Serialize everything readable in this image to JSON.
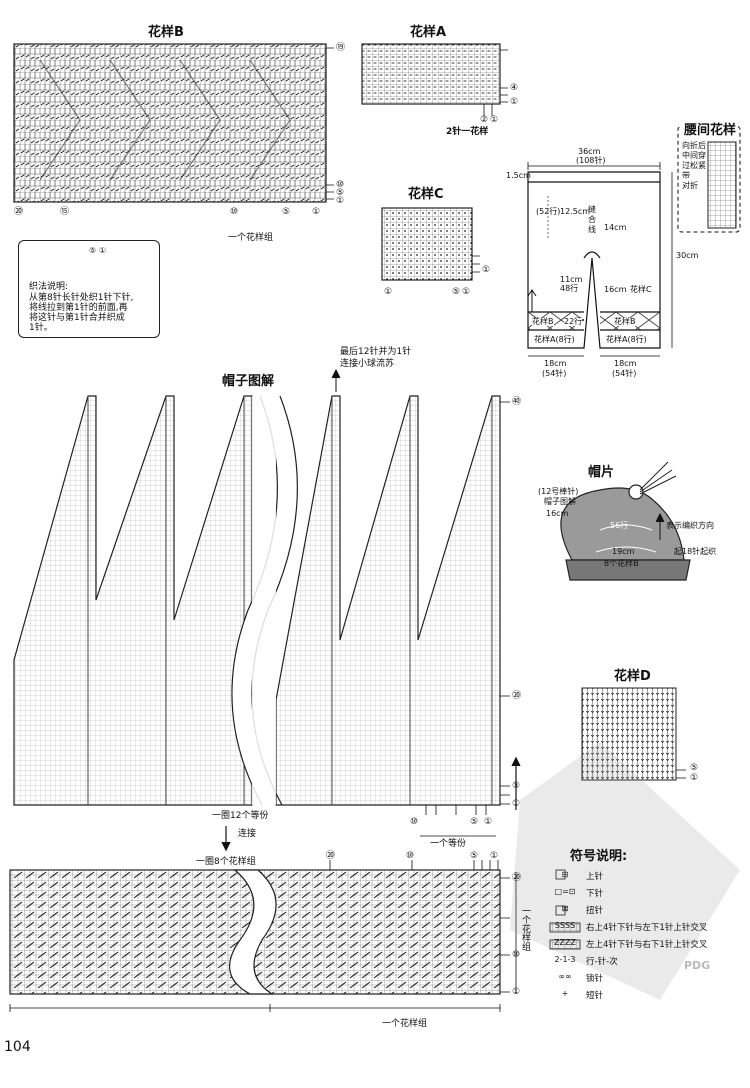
{
  "page_number": "104",
  "charts": {
    "b": {
      "title": "花样B",
      "bottom_numbers": [
        "⑳",
        "⑮",
        "⑩",
        "⑤",
        "①"
      ],
      "right_numbers": [
        "⑲",
        "⑩",
        "⑤",
        "①"
      ],
      "group_label": "一个花样组"
    },
    "a": {
      "title": "花样A",
      "right_numbers": [
        "④",
        "①"
      ],
      "bottom_numbers": [
        "②",
        "①"
      ],
      "repeat_label": "2针一花样"
    },
    "c": {
      "title": "花样C",
      "right_numbers": [
        "①"
      ],
      "bottom_numbers": [
        "①",
        "⑤",
        "①"
      ]
    },
    "d": {
      "title": "花样D",
      "right_numbers": [
        "⑤",
        "①"
      ]
    },
    "waist": {
      "title": "腰间花样",
      "note": [
        "向折后",
        "中间穿",
        "过松紧",
        "带"
      ],
      "fold_label": "对折"
    }
  },
  "instruction": {
    "title": "织法说明:",
    "lines": [
      "从第8针长针处织1针下针,",
      "将线拉到第1针的前面,再",
      "将这针与第1针合并织成",
      "1针。"
    ],
    "chart_numbers": [
      "⑤",
      "①"
    ]
  },
  "pants": {
    "top_width": "36cm",
    "top_sts": "(108针)",
    "waist_h": "1.5cm",
    "rows_52": "(52行)",
    "h_125": "12.5cm",
    "seam": [
      "缝",
      "合",
      "线"
    ],
    "h_14": "14cm",
    "total_h": "30cm",
    "h_11": "11cm",
    "rows_48": "48行",
    "h_16": "16cm",
    "pattern_c": "花样C",
    "pattern_b": "花样B",
    "rows_22": "22行",
    "pattern_b2": "花样B",
    "pattern_a": "花样A(8行)",
    "pattern_a2": "花样A(8行)",
    "bottom_left": "18cm",
    "bottom_left_sts": "(54针)",
    "bottom_right": "18cm",
    "bottom_right_sts": "(54针)"
  },
  "hat": {
    "title": "帽子图解",
    "top_note": [
      "最后12针并为1针",
      "连接小球流苏"
    ],
    "bottom_note": "一圈12个等份",
    "connect": "连接",
    "right_label": "一个等份",
    "right_numbers": [
      "㊵",
      "⑳",
      "⑤",
      "①"
    ],
    "bottom_numbers": [
      "⑩",
      "⑤",
      "①"
    ],
    "bottom_labels": [
      "一圈8个花样组",
      "一个花样组",
      "一个花样组"
    ],
    "lower_numbers": [
      "⑳",
      "⑩",
      "⑤",
      "①"
    ],
    "lower_right_numbers": [
      "⑳",
      "⑩",
      "①"
    ]
  },
  "hat_piece": {
    "title": "帽片",
    "needle": "(12号棒针)",
    "ref": "帽子图解",
    "h": "16cm",
    "rows": "56行",
    "circ": "19cm",
    "groups": "8个花样B",
    "dir": "表示编织方向",
    "start": "起18针起织"
  },
  "legend": {
    "title": "符号说明:",
    "items": [
      {
        "symbol": "⊟",
        "text": "上针"
      },
      {
        "symbol": "□=⊡",
        "text": "下针"
      },
      {
        "symbol": "⊠",
        "text": "扭针"
      },
      {
        "symbol": "SSSS",
        "text": "右上4针下针与左下1针上针交叉"
      },
      {
        "symbol": "ZZZZ",
        "text": "左上4针下针与右下1针上针交叉"
      },
      {
        "symbol": "2-1-3",
        "text": "行-针-次"
      },
      {
        "symbol": "∞∞",
        "text": "锁针"
      },
      {
        "symbol": "+",
        "text": "短针"
      }
    ]
  },
  "watermark": "PDG"
}
